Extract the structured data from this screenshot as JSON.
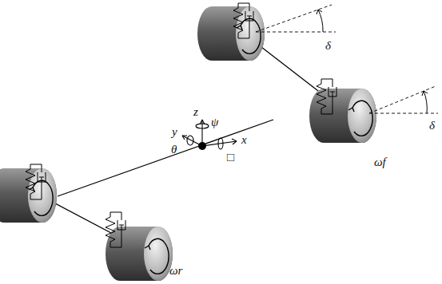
{
  "diagram": {
    "labels": [
      "δ",
      "z",
      "ψ",
      "y",
      "θ",
      "x",
      "□",
      "δ",
      "ωf",
      "ωr"
    ]
  }
}
